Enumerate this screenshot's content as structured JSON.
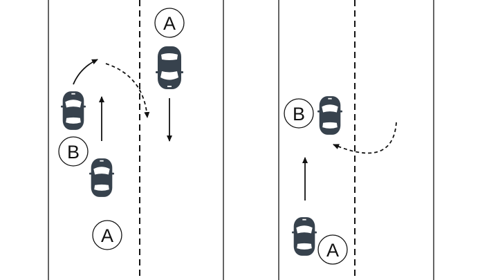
{
  "colors": {
    "background": "#ffffff",
    "line": "#111111",
    "car_body": "#37424d",
    "car_glass": "#ffffff"
  },
  "labels": {
    "scene1_oncoming": "A",
    "scene1_overtaking": "B",
    "scene1_vehicle": "A",
    "scene2_turning": "B",
    "scene2_vehicle": "A"
  },
  "icons": {
    "car": "car-top-view-icon",
    "straight_arrow": "arrow-straight-icon",
    "curved_arrow": "arrow-curved-icon",
    "dashed_path": "dashed-curved-arrow-icon"
  }
}
